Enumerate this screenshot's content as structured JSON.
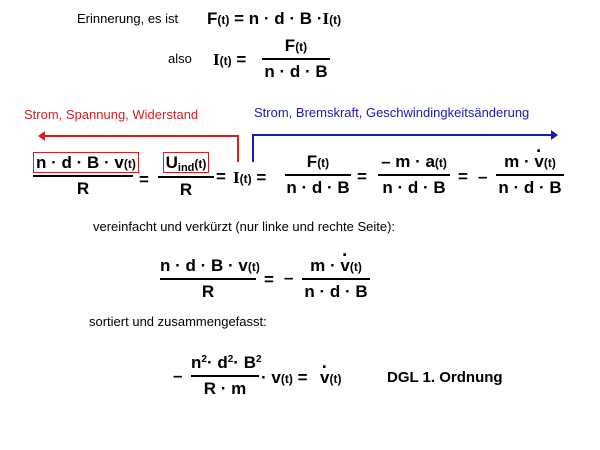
{
  "slide": {
    "line1": {
      "label": "Erinnerung, es ist",
      "formula_lhs": "F",
      "formula_lhs_arg": "(t)",
      "formula_eq": "=",
      "formula_rhs": "n · d · B ·",
      "formula_I": "I",
      "formula_I_arg": "(t)"
    },
    "line2": {
      "label": "also",
      "lhs_I": "I",
      "lhs_arg": "(t)",
      "eq": "=",
      "num": "F",
      "num_arg": "(t)",
      "den": "n · d · B"
    },
    "left_label": "Strom, Spannung, Widerstand",
    "right_label": "Strom, Bremskraft, Geschwindingkeitsänderung",
    "colors": {
      "red": "#d42020",
      "blue": "#1a1ab0",
      "text": "#000000",
      "background": "#ffffff"
    },
    "chain": {
      "frac1_num": "n · d · B · v",
      "frac1_num_arg": "(t)",
      "frac1_den": "R",
      "eq1": "=",
      "frac2_num_U": "U",
      "frac2_num_sub": "ind",
      "frac2_num_arg": "(t)",
      "frac2_den": "R",
      "eq2": "=",
      "I": "I",
      "I_arg": "(t)",
      "eq3": "=",
      "frac3_num": "F",
      "frac3_num_arg": "(t)",
      "frac3_den": "n · d · B",
      "eq4": "=",
      "frac4_num": "– m · a",
      "frac4_num_arg": "(t)",
      "frac4_den": "n · d · B",
      "eq5": "=",
      "minus5": "–",
      "frac5_num_m": "m ·",
      "frac5_num_v": "v",
      "frac5_num_arg": "(t)",
      "frac5_den": "n · d · B"
    },
    "simplified": {
      "label": "vereinfacht und verkürzt (nur linke und rechte Seite):",
      "lhs_num": "n · d · B · v",
      "lhs_num_arg": "(t)",
      "lhs_den": "R",
      "eq": "=",
      "minus": "–",
      "rhs_num_m": "m ·",
      "rhs_num_v": "v",
      "rhs_num_arg": "(t)",
      "rhs_den": "n · d · B"
    },
    "sorted": {
      "label": "sortiert und zusammengefasst:",
      "minus": "–",
      "num_n": "n",
      "num_d": "d",
      "num_B": "B",
      "exp": "2",
      "den": "R · m",
      "v_part": "· v",
      "v_arg": "(t)",
      "eq": "=",
      "rhs_v": "v",
      "rhs_arg": "(t)",
      "classification": "DGL 1. Ordnung"
    }
  }
}
